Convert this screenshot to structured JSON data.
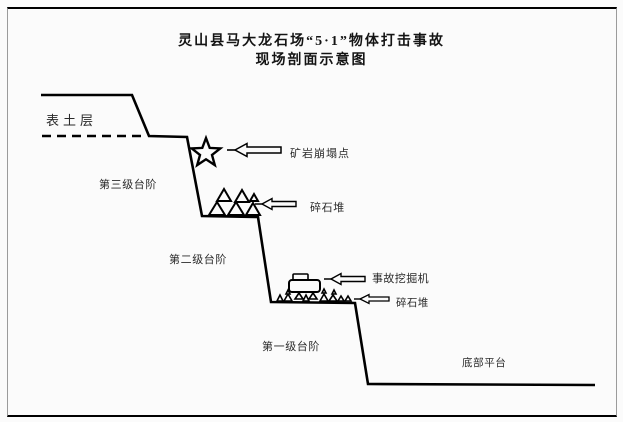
{
  "title": {
    "line1": "灵山县马大龙石场“5·1”物体打击事故",
    "line2": "现场剖面示意图"
  },
  "labels": {
    "topsoil_layer": "表土层",
    "bench_third": "第三级台阶",
    "bench_second": "第二级台阶",
    "bench_first": "第一级台阶",
    "bottom_platform": "底部平台",
    "collapse_point": "矿岩崩塌点",
    "rubble_pile_upper": "碎石堆",
    "accident_excavator": "事故挖掘机",
    "rubble_pile_lower": "碎石堆"
  },
  "icons": {
    "collapse_point": "five-point-star-outline",
    "pointer": "left-block-arrow-outline",
    "rubble": "small-triangle-cluster",
    "excavator": "rounded-box-machine-on-supports"
  },
  "colors": {
    "line": "#000000",
    "text": "#2a2a2a",
    "background": "#fbfbfb",
    "frame_top_bottom": "#000000",
    "frame_sides": "#9b9b9b"
  }
}
